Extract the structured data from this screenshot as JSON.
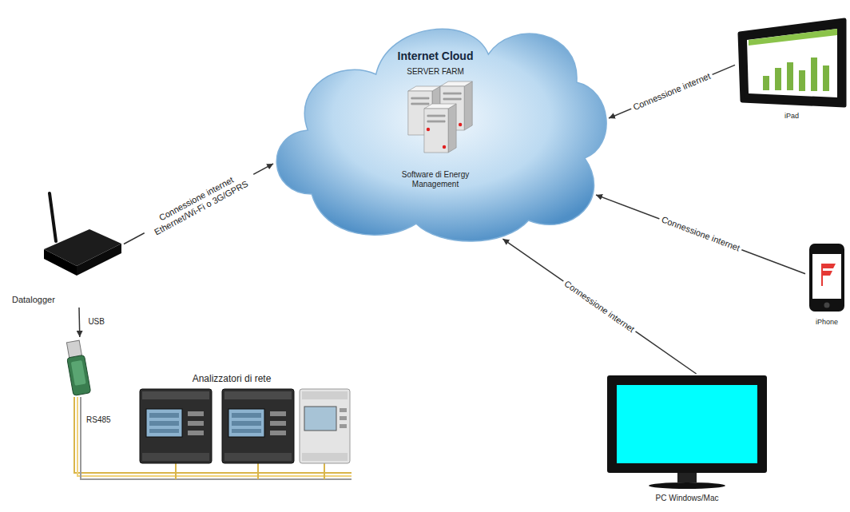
{
  "diagram": {
    "nodes": [
      {
        "text": [
          "Internet Cloud",
          "SERVER FARM",
          "Software di Energy Management"
        ]
      },
      {
        "text": [
          "iPad"
        ]
      },
      {
        "text": [
          "Datalogger"
        ]
      },
      {
        "text": [
          "iPhone"
        ]
      },
      {
        "text": [
          "Analizzatori di rete"
        ]
      },
      {
        "text": [
          "PC Windows/Mac"
        ]
      }
    ],
    "edges": [
      {
        "from": 2,
        "to": 0,
        "arrow": "to",
        "label": "Connessione internet Ethernet/Wi-Fi o 3G/GPRS"
      },
      {
        "from": 1,
        "to": 0,
        "arrow": "to",
        "label": "Connessione internet"
      },
      {
        "from": 3,
        "to": 0,
        "arrow": "to",
        "label": "Connessione internet"
      },
      {
        "from": 5,
        "to": 0,
        "arrow": "to",
        "label": "Connessione internet"
      },
      {
        "from": 2,
        "to": 4,
        "arrow": "to",
        "label": "USB"
      }
    ],
    "labels": [
      "RS485"
    ]
  }
}
